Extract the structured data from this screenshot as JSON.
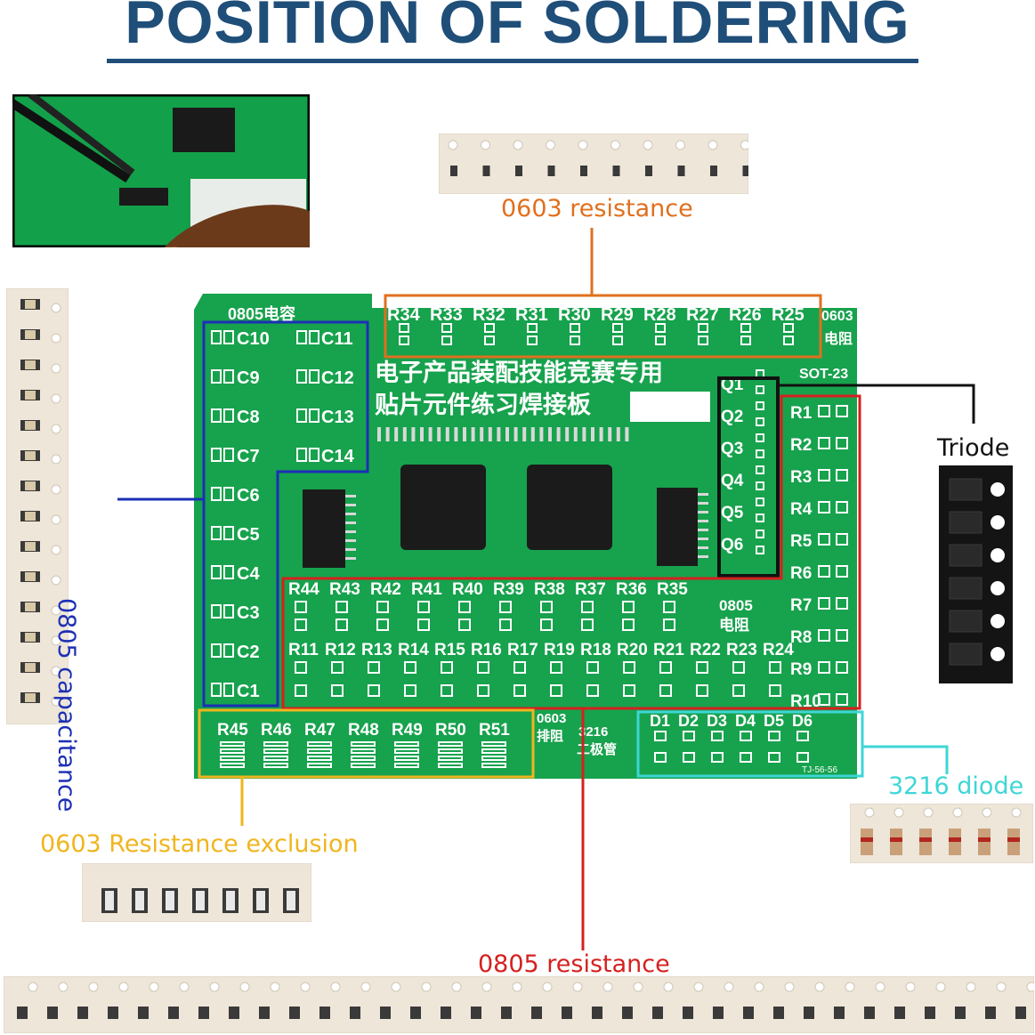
{
  "title": "POSITION OF SOLDERING",
  "colors": {
    "title": "#1f4e79",
    "pcb": "#17a24d",
    "silkscreen": "#ffffff",
    "cap_0805": "#1c2fb5",
    "res_0603": "#e0701e",
    "res_0805": "#d62020",
    "triode": "#111111",
    "diode_3216": "#3ed6d6",
    "res_exclusion_0603": "#f0b51e"
  },
  "callouts": {
    "res_0603": "0603 resistance",
    "cap_0805": "0805 capacitance",
    "triode": "Triode",
    "diode_3216": "3216 diode",
    "res_exclusion": "0603 Resistance exclusion",
    "res_0805": "0805 resistance"
  },
  "board": {
    "cap_header": "0805电容",
    "res0603_tag": "0603",
    "res0603_tag2": "电阻",
    "sot_tag": "SOT-23",
    "headline_1": "电子产品装配技能竞赛专用",
    "headline_2": "贴片元件练习焊接板",
    "res0805_tag": "0805",
    "res0805_tag2": "电阻",
    "pack_tag": "0603",
    "pack_tag2": "排阻",
    "diode_tag": "3216",
    "diode_tag2": "二极管",
    "maker_mark": "TJ-56-56",
    "cap_left": [
      "C10",
      "C9",
      "C8",
      "C7",
      "C6",
      "C5",
      "C4",
      "C3",
      "C2",
      "C1"
    ],
    "cap_right": [
      "C11",
      "C12",
      "C13",
      "C14"
    ],
    "res_top": [
      "R34",
      "R33",
      "R32",
      "R31",
      "R30",
      "R29",
      "R28",
      "R27",
      "R26",
      "R25"
    ],
    "triodes": [
      "Q1",
      "Q2",
      "Q3",
      "Q4",
      "Q5",
      "Q6"
    ],
    "res_right": [
      "R1",
      "R2",
      "R3",
      "R4",
      "R5",
      "R6",
      "R7",
      "R8",
      "R9",
      "R10"
    ],
    "res_mid_row1": [
      "R44",
      "R43",
      "R42",
      "R41",
      "R40",
      "R39",
      "R38",
      "R37",
      "R36",
      "R35"
    ],
    "res_mid_row2": [
      "R11",
      "R12",
      "R13",
      "R14",
      "R15",
      "R16",
      "R17",
      "R19",
      "R18",
      "R20",
      "R21",
      "R22",
      "R23",
      "R24"
    ],
    "res_pack": [
      "R45",
      "R46",
      "R47",
      "R48",
      "R49",
      "R50",
      "R51"
    ],
    "diodes": [
      "D1",
      "D2",
      "D3",
      "D4",
      "D5",
      "D6"
    ]
  }
}
